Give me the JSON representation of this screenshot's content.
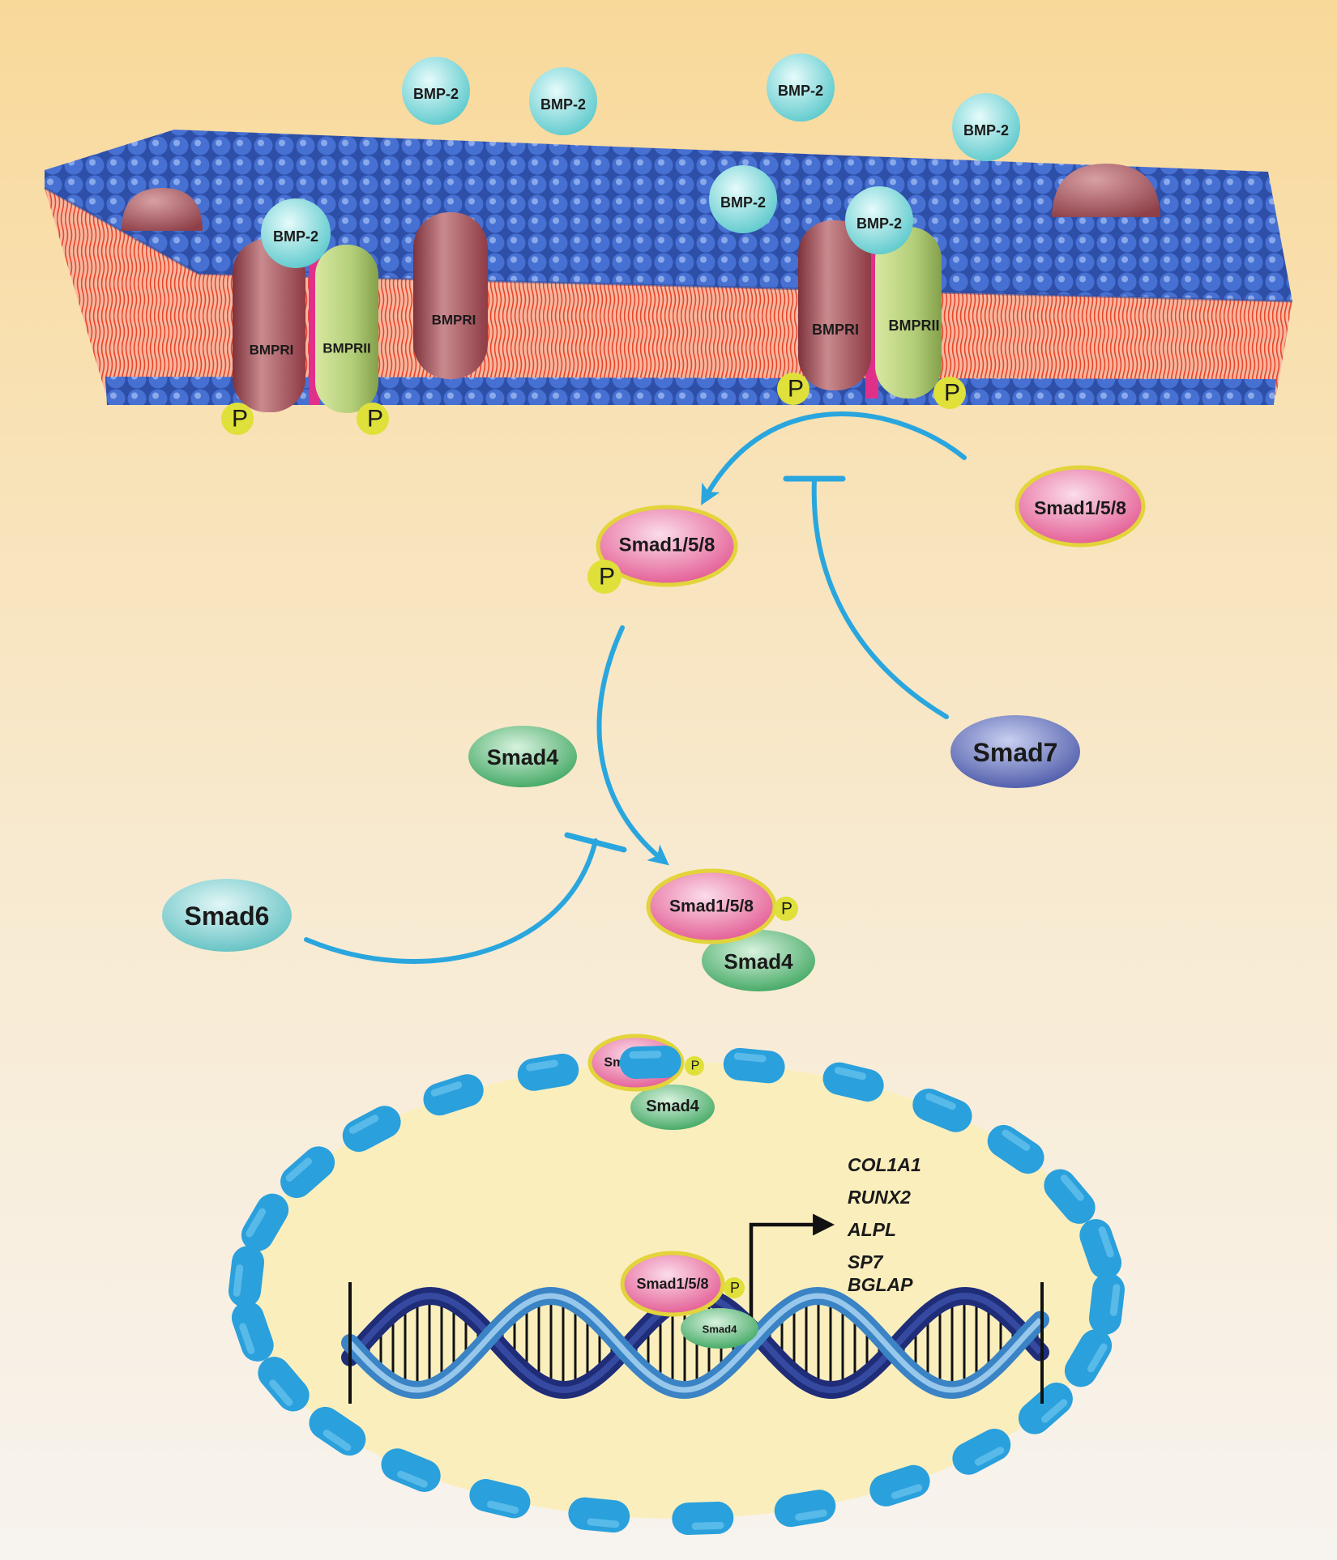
{
  "labels": {
    "bmp2": "BMP-2",
    "bmpr1": "BMPRI",
    "bmpr2": "BMPRII",
    "phospho": "P",
    "smad158": "Smad1/5/8",
    "smad4": "Smad4",
    "smad6": "Smad6",
    "smad7": "Smad7"
  },
  "target_genes": [
    "COL1A1",
    "RUNX2",
    "ALPL",
    "SP7",
    "BGLAP"
  ],
  "colors": {
    "background_top": "#f9d99a",
    "background_bottom": "#f7f3ee",
    "membrane_head": "#3c63c8",
    "lipid_tail": "#e8532f",
    "bmp2_ligand": "#7fd6d6",
    "bmpr1": "#a8505a",
    "bmpr2": "#a8c86a",
    "smad158": "#e8609a",
    "smad158_outline": "#e2d43a",
    "smad4": "#5cb87a",
    "smad6": "#6fc8c8",
    "smad7": "#5a68b8",
    "phospho": "#dfe03a",
    "arrow": "#2aa6de",
    "nucleus": "#fbeebd",
    "nuclear_envelope": "#2aa0dc",
    "dna_dark": "#1f2d78",
    "dna_light": "#5aa6d8"
  }
}
